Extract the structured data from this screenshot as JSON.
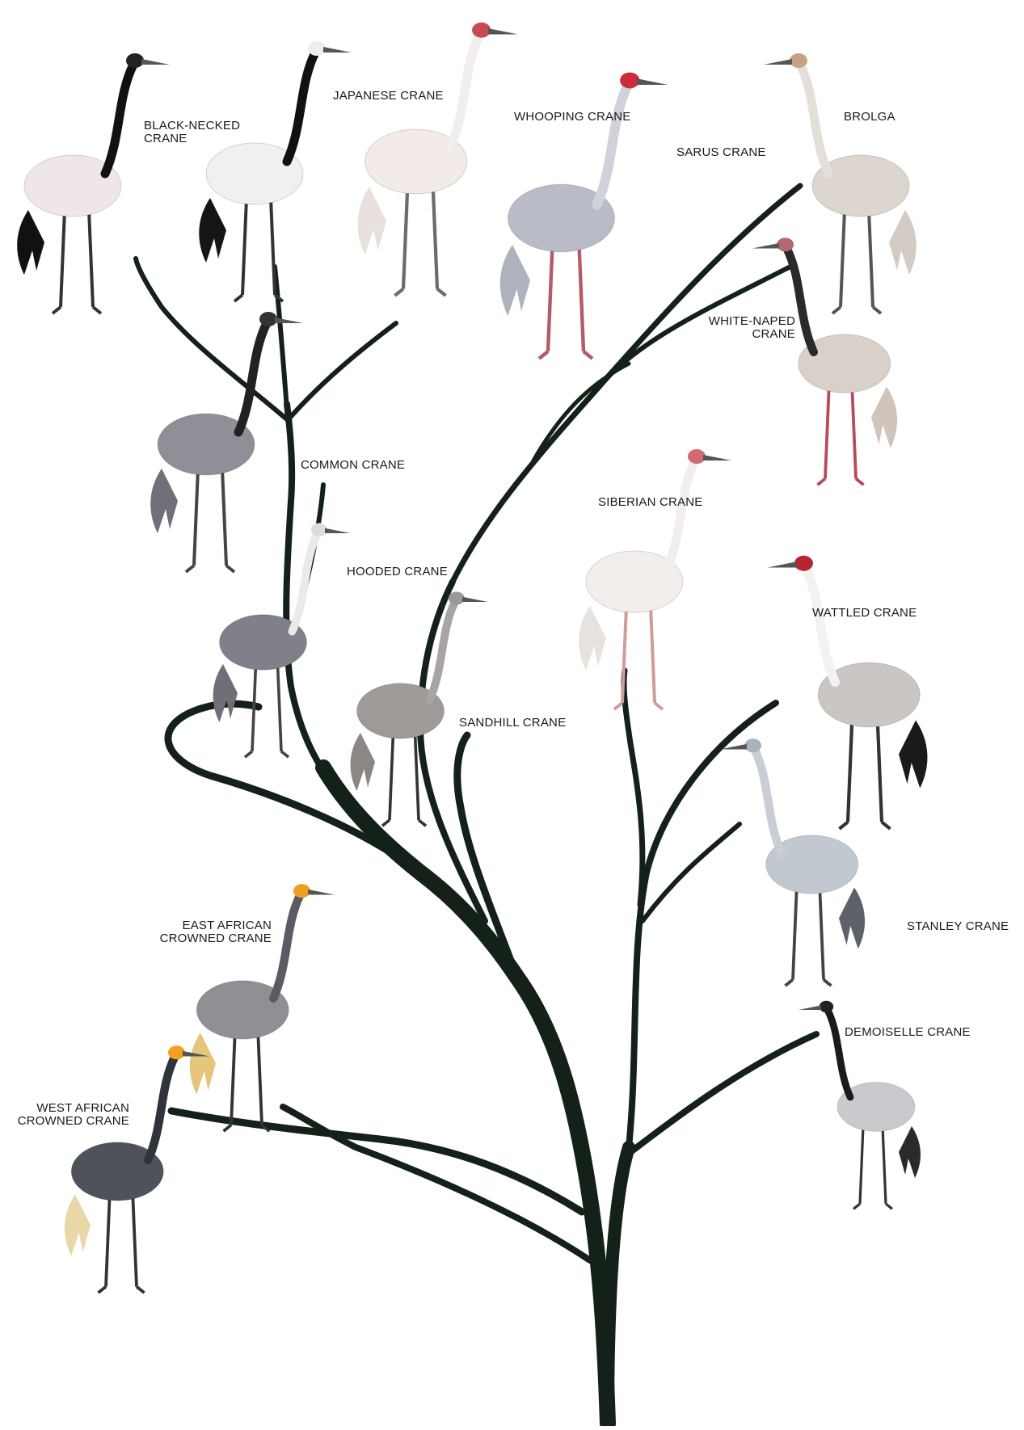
{
  "colors": {
    "branch": "#142119",
    "background": "#ffffff"
  },
  "species": [
    {
      "id": "black-necked",
      "lines": [
        "BLACK-NECKED",
        "CRANE"
      ],
      "plumage": "white body, black neck and tail",
      "icon": "black-necked-crane-icon"
    },
    {
      "id": "japanese",
      "lines": [
        "JAPANESE CRANE"
      ],
      "plumage": "white body, black neck and tail",
      "icon": "japanese-crane-icon"
    },
    {
      "id": "whooping",
      "lines": [
        "WHOOPING CRANE"
      ],
      "plumage": "white",
      "icon": "whooping-crane-icon"
    },
    {
      "id": "sarus",
      "lines": [
        "SARUS CRANE"
      ],
      "plumage": "grey, red head",
      "icon": "sarus-crane-icon"
    },
    {
      "id": "brolga",
      "lines": [
        "BROLGA"
      ],
      "plumage": "light grey",
      "icon": "brolga-icon"
    },
    {
      "id": "white-naped",
      "lines": [
        "WHITE-NAPED",
        "CRANE"
      ],
      "plumage": "grey, red legs",
      "icon": "white-naped-crane-icon"
    },
    {
      "id": "common",
      "lines": [
        "COMMON CRANE"
      ],
      "plumage": "grey",
      "icon": "common-crane-icon"
    },
    {
      "id": "siberian",
      "lines": [
        "SIBERIAN CRANE"
      ],
      "plumage": "white, red face",
      "icon": "siberian-crane-icon"
    },
    {
      "id": "hooded",
      "lines": [
        "HOODED CRANE"
      ],
      "plumage": "dark grey, white neck",
      "icon": "hooded-crane-icon"
    },
    {
      "id": "wattled",
      "lines": [
        "WATTLED CRANE"
      ],
      "plumage": "grey with black wings",
      "icon": "wattled-crane-icon"
    },
    {
      "id": "sandhill",
      "lines": [
        "SANDHILL CRANE"
      ],
      "plumage": "brownish grey",
      "icon": "sandhill-crane-icon"
    },
    {
      "id": "east-african",
      "lines": [
        "EAST AFRICAN",
        "CROWNED CRANE"
      ],
      "plumage": "grey with golden crown",
      "icon": "east-african-crowned-crane-icon"
    },
    {
      "id": "stanley",
      "lines": [
        "STANLEY CRANE"
      ],
      "plumage": "blue-grey",
      "icon": "stanley-crane-icon"
    },
    {
      "id": "demoiselle",
      "lines": [
        "DEMOISELLE CRANE"
      ],
      "plumage": "grey with black neck",
      "icon": "demoiselle-crane-icon"
    },
    {
      "id": "west-african",
      "lines": [
        "WEST AFRICAN",
        "CROWNED CRANE"
      ],
      "plumage": "dark with golden crown",
      "icon": "west-african-crowned-crane-icon"
    }
  ]
}
